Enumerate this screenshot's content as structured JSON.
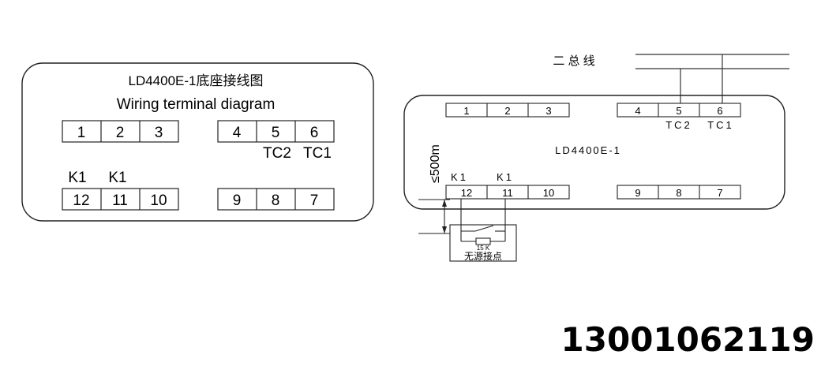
{
  "left_panel": {
    "title_cn": "LD4400E-1底座接线图",
    "title_en": "Wiring terminal diagram",
    "top_row_a": [
      "1",
      "2",
      "3"
    ],
    "top_row_b": [
      "4",
      "5",
      "6"
    ],
    "tc_labels": [
      "TC2",
      "TC1"
    ],
    "k_labels": [
      "K1",
      "K1"
    ],
    "bottom_row_a": [
      "12",
      "11",
      "10"
    ],
    "bottom_row_b": [
      "9",
      "8",
      "7"
    ]
  },
  "right_panel": {
    "bus_label": "二 总 线",
    "model_label": "LD4400E-1",
    "top_row_a": [
      "1",
      "2",
      "3"
    ],
    "top_row_b": [
      "4",
      "5",
      "6"
    ],
    "tc_labels": [
      "TC2",
      "TC1"
    ],
    "k_labels": [
      "K1",
      "K1"
    ],
    "bottom_row_a": [
      "12",
      "11",
      "10"
    ],
    "bottom_row_b": [
      "9",
      "8",
      "7"
    ],
    "distance_label": "≤500m",
    "resistor_label": "15 K",
    "contact_label": "无源接点"
  },
  "phone": "13001062119"
}
